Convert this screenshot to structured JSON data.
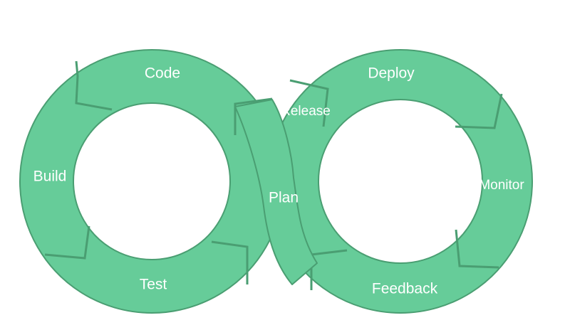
{
  "diagram": {
    "title": "DevOps infinity loop",
    "colors": {
      "fill": "#66cc99",
      "stroke": "#4a9e72",
      "text": "#ffffff",
      "background": "#ffffff"
    },
    "left_loop": {
      "stages": [
        "Code",
        "Build",
        "Test"
      ]
    },
    "right_loop": {
      "stages": [
        "Deploy",
        "Monitor",
        "Feedback"
      ]
    },
    "crossover": {
      "stages": [
        "Release",
        "Plan"
      ]
    },
    "labels": {
      "code": "Code",
      "build": "Build",
      "test": "Test",
      "plan": "Plan",
      "release": "Release",
      "deploy": "Deploy",
      "monitor": "Monitor",
      "feedback": "Feedback"
    },
    "flow_order": [
      "Plan",
      "Code",
      "Build",
      "Test",
      "Release",
      "Deploy",
      "Monitor",
      "Feedback"
    ]
  }
}
